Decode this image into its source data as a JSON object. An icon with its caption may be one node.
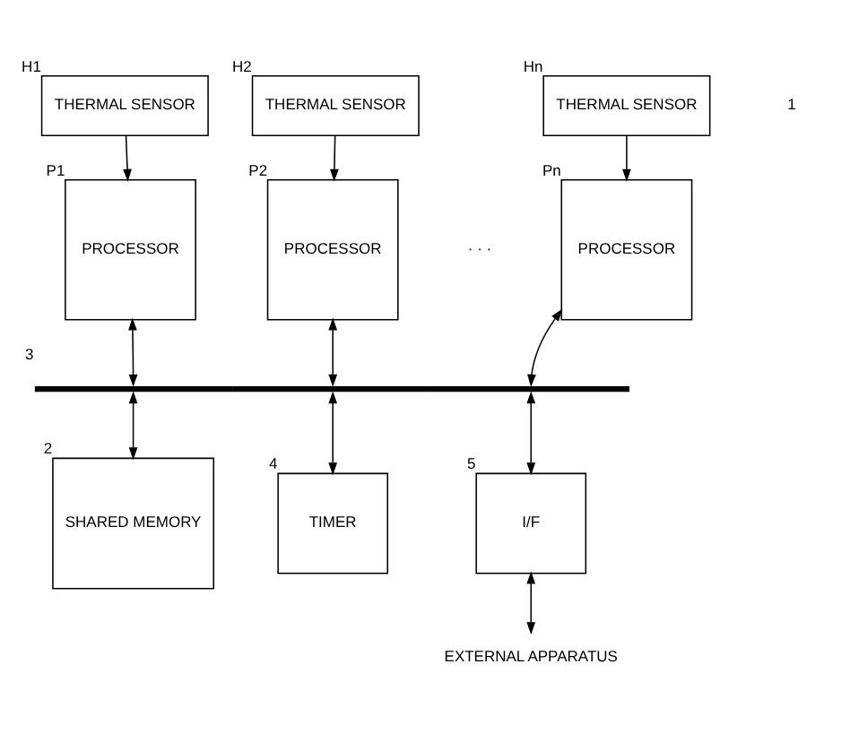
{
  "diagram": {
    "nodes": [
      {
        "text": [
          "THERMAL SENSOR"
        ],
        "beside": [
          "H1"
        ]
      },
      {
        "text": [
          "THERMAL SENSOR"
        ],
        "beside": [
          "H2"
        ]
      },
      {
        "text": [
          "THERMAL SENSOR"
        ],
        "beside": [
          "Hn"
        ]
      },
      {
        "text": [
          "PROCESSOR"
        ],
        "beside": [
          "P1"
        ]
      },
      {
        "text": [
          "PROCESSOR"
        ],
        "beside": [
          "P2"
        ]
      },
      {
        "text": [
          "PROCESSOR"
        ],
        "beside": [
          "Pn"
        ]
      },
      {
        "text": [],
        "shape": "bar",
        "beside": [
          "3"
        ]
      },
      {
        "text": [
          "SHARED MEMORY"
        ],
        "beside": [
          "2"
        ]
      },
      {
        "text": [
          "TIMER"
        ],
        "beside": [
          "4"
        ]
      },
      {
        "text": [
          "I/F"
        ],
        "beside": [
          "5"
        ]
      },
      {
        "text": [
          "EXTERNAL APPARATUS"
        ]
      }
    ],
    "edges": [
      {
        "from": 0,
        "to": 3,
        "arrow": "to"
      },
      {
        "from": 1,
        "to": 4,
        "arrow": "to"
      },
      {
        "from": 2,
        "to": 5,
        "arrow": "to"
      },
      {
        "from": 3,
        "to": 6,
        "arrow": "both"
      },
      {
        "from": 4,
        "to": 6,
        "arrow": "both"
      },
      {
        "from": 5,
        "to": 6,
        "arrow": "both"
      },
      {
        "from": 6,
        "to": 7,
        "arrow": "both"
      },
      {
        "from": 6,
        "to": 8,
        "arrow": "both"
      },
      {
        "from": 6,
        "to": 9,
        "arrow": "both"
      },
      {
        "from": 9,
        "to": 10,
        "arrow": "both"
      }
    ],
    "labels": [
      "1",
      "· · ·"
    ]
  }
}
